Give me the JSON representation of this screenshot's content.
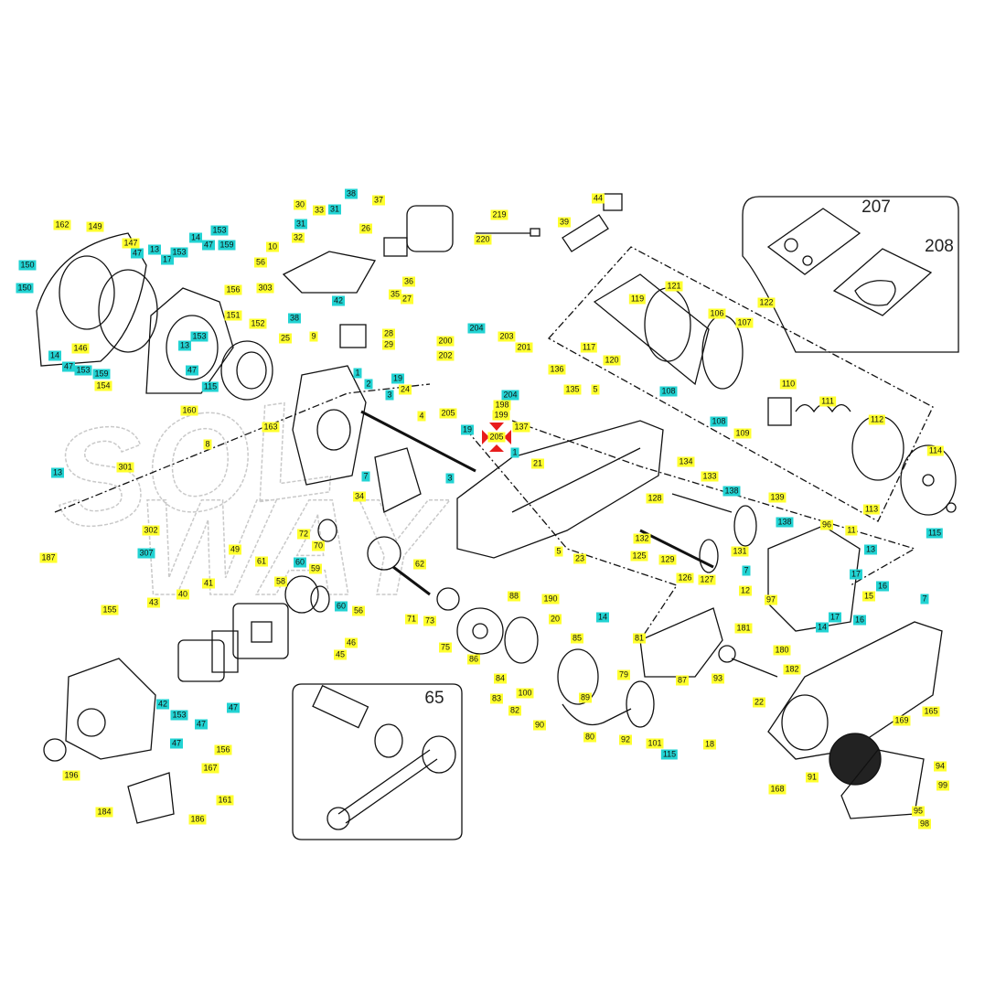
{
  "watermark": "SOL WAY",
  "colors": {
    "callout_yellow": "#ffff2e",
    "callout_cyan": "#22d3d3",
    "highlight_arrows": "#e81c1c"
  },
  "insets": {
    "gasket_kit": "207",
    "seal_kit": "208",
    "connecting_rod": "65"
  },
  "labels": [
    {
      "t": "162",
      "k": "y"
    },
    {
      "t": "149",
      "k": "y"
    },
    {
      "t": "150",
      "k": "c"
    },
    {
      "t": "150",
      "k": "c"
    },
    {
      "t": "147",
      "k": "y"
    },
    {
      "t": "47",
      "k": "c"
    },
    {
      "t": "13",
      "k": "c"
    },
    {
      "t": "17",
      "k": "c"
    },
    {
      "t": "153",
      "k": "c"
    },
    {
      "t": "14",
      "k": "c"
    },
    {
      "t": "47",
      "k": "c"
    },
    {
      "t": "153",
      "k": "c"
    },
    {
      "t": "159",
      "k": "c"
    },
    {
      "t": "156",
      "k": "y"
    },
    {
      "t": "151",
      "k": "y"
    },
    {
      "t": "146",
      "k": "y"
    },
    {
      "t": "14",
      "k": "c"
    },
    {
      "t": "47",
      "k": "c"
    },
    {
      "t": "153",
      "k": "c"
    },
    {
      "t": "159",
      "k": "c"
    },
    {
      "t": "154",
      "k": "y"
    },
    {
      "t": "13",
      "k": "c"
    },
    {
      "t": "153",
      "k": "c"
    },
    {
      "t": "47",
      "k": "c"
    },
    {
      "t": "115",
      "k": "c"
    },
    {
      "t": "160",
      "k": "y"
    },
    {
      "t": "152",
      "k": "y"
    },
    {
      "t": "38",
      "k": "c"
    },
    {
      "t": "25",
      "k": "y"
    },
    {
      "t": "9",
      "k": "y"
    },
    {
      "t": "30",
      "k": "y"
    },
    {
      "t": "31",
      "k": "c"
    },
    {
      "t": "33",
      "k": "y"
    },
    {
      "t": "31",
      "k": "c"
    },
    {
      "t": "38",
      "k": "c"
    },
    {
      "t": "32",
      "k": "y"
    },
    {
      "t": "10",
      "k": "y"
    },
    {
      "t": "56",
      "k": "y"
    },
    {
      "t": "303",
      "k": "y"
    },
    {
      "t": "42",
      "k": "c"
    },
    {
      "t": "37",
      "k": "y"
    },
    {
      "t": "26",
      "k": "y"
    },
    {
      "t": "36",
      "k": "y"
    },
    {
      "t": "35",
      "k": "y"
    },
    {
      "t": "27",
      "k": "y"
    },
    {
      "t": "28",
      "k": "y"
    },
    {
      "t": "29",
      "k": "y"
    },
    {
      "t": "219",
      "k": "y"
    },
    {
      "t": "220",
      "k": "y"
    },
    {
      "t": "44",
      "k": "y"
    },
    {
      "t": "39",
      "k": "y"
    },
    {
      "t": "204",
      "k": "c"
    },
    {
      "t": "203",
      "k": "y"
    },
    {
      "t": "201",
      "k": "y"
    },
    {
      "t": "200",
      "k": "y"
    },
    {
      "t": "202",
      "k": "y"
    },
    {
      "t": "1",
      "k": "c"
    },
    {
      "t": "2",
      "k": "c"
    },
    {
      "t": "19",
      "k": "c"
    },
    {
      "t": "24",
      "k": "y"
    },
    {
      "t": "3",
      "k": "c"
    },
    {
      "t": "4",
      "k": "y"
    },
    {
      "t": "205",
      "k": "y"
    },
    {
      "t": "204",
      "k": "c"
    },
    {
      "t": "198",
      "k": "y"
    },
    {
      "t": "199",
      "k": "y"
    },
    {
      "t": "137",
      "k": "y"
    },
    {
      "t": "205",
      "k": "y"
    },
    {
      "t": "19",
      "k": "c"
    },
    {
      "t": "1",
      "k": "c"
    },
    {
      "t": "3",
      "k": "c"
    },
    {
      "t": "21",
      "k": "y"
    },
    {
      "t": "136",
      "k": "y"
    },
    {
      "t": "135",
      "k": "y"
    },
    {
      "t": "5",
      "k": "y"
    },
    {
      "t": "117",
      "k": "y"
    },
    {
      "t": "119",
      "k": "y"
    },
    {
      "t": "120",
      "k": "y"
    },
    {
      "t": "121",
      "k": "y"
    },
    {
      "t": "122",
      "k": "y"
    },
    {
      "t": "106",
      "k": "y"
    },
    {
      "t": "107",
      "k": "y"
    },
    {
      "t": "108",
      "k": "c"
    },
    {
      "t": "108",
      "k": "c"
    },
    {
      "t": "109",
      "k": "y"
    },
    {
      "t": "110",
      "k": "y"
    },
    {
      "t": "111",
      "k": "y"
    },
    {
      "t": "112",
      "k": "y"
    },
    {
      "t": "114",
      "k": "y"
    },
    {
      "t": "113",
      "k": "y"
    },
    {
      "t": "115",
      "k": "c"
    },
    {
      "t": "134",
      "k": "y"
    },
    {
      "t": "133",
      "k": "y"
    },
    {
      "t": "138",
      "k": "c"
    },
    {
      "t": "139",
      "k": "y"
    },
    {
      "t": "138",
      "k": "c"
    },
    {
      "t": "128",
      "k": "y"
    },
    {
      "t": "132",
      "k": "y"
    },
    {
      "t": "125",
      "k": "y"
    },
    {
      "t": "129",
      "k": "y"
    },
    {
      "t": "126",
      "k": "y"
    },
    {
      "t": "127",
      "k": "y"
    },
    {
      "t": "131",
      "k": "y"
    },
    {
      "t": "7",
      "k": "c"
    },
    {
      "t": "12",
      "k": "y"
    },
    {
      "t": "97",
      "k": "y"
    },
    {
      "t": "96",
      "k": "y"
    },
    {
      "t": "11",
      "k": "y"
    },
    {
      "t": "13",
      "k": "c"
    },
    {
      "t": "17",
      "k": "c"
    },
    {
      "t": "16",
      "k": "c"
    },
    {
      "t": "15",
      "k": "y"
    },
    {
      "t": "14",
      "k": "c"
    },
    {
      "t": "17",
      "k": "c"
    },
    {
      "t": "16",
      "k": "c"
    },
    {
      "t": "7",
      "k": "c"
    },
    {
      "t": "75",
      "k": "y"
    },
    {
      "t": "86",
      "k": "y"
    },
    {
      "t": "88",
      "k": "y"
    },
    {
      "t": "5",
      "k": "y"
    },
    {
      "t": "23",
      "k": "y"
    },
    {
      "t": "190",
      "k": "y"
    },
    {
      "t": "20",
      "k": "y"
    },
    {
      "t": "14",
      "k": "c"
    },
    {
      "t": "85",
      "k": "y"
    },
    {
      "t": "84",
      "k": "y"
    },
    {
      "t": "83",
      "k": "y"
    },
    {
      "t": "100",
      "k": "y"
    },
    {
      "t": "82",
      "k": "y"
    },
    {
      "t": "89",
      "k": "y"
    },
    {
      "t": "79",
      "k": "y"
    },
    {
      "t": "90",
      "k": "y"
    },
    {
      "t": "81",
      "k": "y"
    },
    {
      "t": "87",
      "k": "y"
    },
    {
      "t": "181",
      "k": "y"
    },
    {
      "t": "180",
      "k": "y"
    },
    {
      "t": "182",
      "k": "y"
    },
    {
      "t": "93",
      "k": "y"
    },
    {
      "t": "22",
      "k": "y"
    },
    {
      "t": "165",
      "k": "y"
    },
    {
      "t": "80",
      "k": "y"
    },
    {
      "t": "92",
      "k": "y"
    },
    {
      "t": "101",
      "k": "y"
    },
    {
      "t": "115",
      "k": "c"
    },
    {
      "t": "18",
      "k": "y"
    },
    {
      "t": "169",
      "k": "y"
    },
    {
      "t": "168",
      "k": "y"
    },
    {
      "t": "91",
      "k": "y"
    },
    {
      "t": "94",
      "k": "y"
    },
    {
      "t": "99",
      "k": "y"
    },
    {
      "t": "95",
      "k": "y"
    },
    {
      "t": "98",
      "k": "y"
    },
    {
      "t": "163",
      "k": "y"
    },
    {
      "t": "8",
      "k": "y"
    },
    {
      "t": "13",
      "k": "c"
    },
    {
      "t": "301",
      "k": "y"
    },
    {
      "t": "302",
      "k": "y"
    },
    {
      "t": "307",
      "k": "c"
    },
    {
      "t": "187",
      "k": "y"
    },
    {
      "t": "7",
      "k": "c"
    },
    {
      "t": "34",
      "k": "y"
    },
    {
      "t": "72",
      "k": "y"
    },
    {
      "t": "70",
      "k": "y"
    },
    {
      "t": "49",
      "k": "y"
    },
    {
      "t": "61",
      "k": "y"
    },
    {
      "t": "60",
      "k": "c"
    },
    {
      "t": "59",
      "k": "y"
    },
    {
      "t": "58",
      "k": "y"
    },
    {
      "t": "62",
      "k": "y"
    },
    {
      "t": "41",
      "k": "y"
    },
    {
      "t": "40",
      "k": "y"
    },
    {
      "t": "43",
      "k": "y"
    },
    {
      "t": "155",
      "k": "y"
    },
    {
      "t": "60",
      "k": "c"
    },
    {
      "t": "56",
      "k": "y"
    },
    {
      "t": "71",
      "k": "y"
    },
    {
      "t": "73",
      "k": "y"
    },
    {
      "t": "46",
      "k": "y"
    },
    {
      "t": "45",
      "k": "y"
    },
    {
      "t": "42",
      "k": "c"
    },
    {
      "t": "47",
      "k": "c"
    },
    {
      "t": "153",
      "k": "c"
    },
    {
      "t": "47",
      "k": "c"
    },
    {
      "t": "47",
      "k": "c"
    },
    {
      "t": "156",
      "k": "y"
    },
    {
      "t": "167",
      "k": "y"
    },
    {
      "t": "196",
      "k": "y"
    },
    {
      "t": "184",
      "k": "y"
    },
    {
      "t": "161",
      "k": "y"
    },
    {
      "t": "186",
      "k": "y"
    }
  ]
}
